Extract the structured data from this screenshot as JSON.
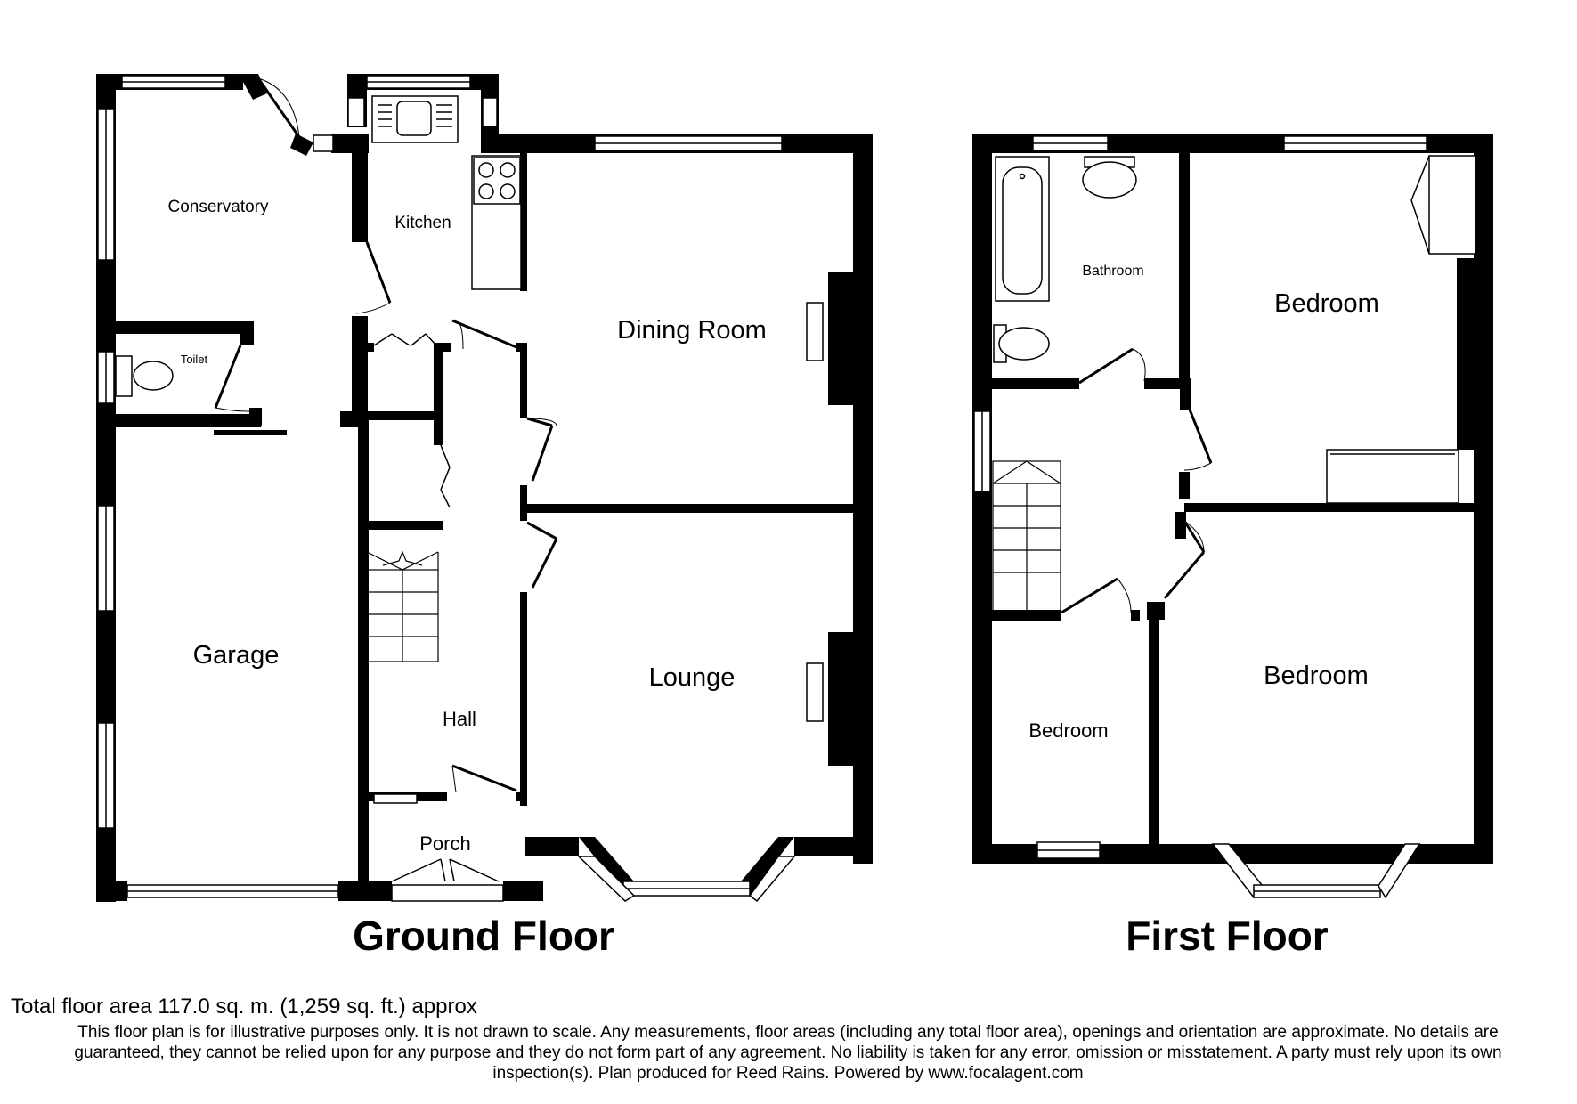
{
  "ground_floor": {
    "title": "Ground Floor",
    "rooms": {
      "conservatory": "Conservatory",
      "kitchen": "Kitchen",
      "toilet": "Toilet",
      "dining_room": "Dining Room",
      "garage": "Garage",
      "lounge": "Lounge",
      "hall": "Hall",
      "porch": "Porch"
    }
  },
  "first_floor": {
    "title": "First Floor",
    "rooms": {
      "bathroom": "Bathroom",
      "bedroom_rear": "Bedroom",
      "bedroom_front": "Bedroom",
      "bedroom_small": "Bedroom"
    }
  },
  "footer": {
    "total_area": "Total floor area 117.0 sq. m. (1,259 sq. ft.) approx",
    "disclaimer": "This floor plan is for illustrative purposes only. It is not drawn to scale. Any measurements, floor areas (including any total floor area), openings and orientation are approximate. No details are guaranteed, they cannot be relied upon for any purpose and they do not form part of any agreement. No liability is taken for any error, omission or misstatement. A party must rely upon its own inspection(s). Plan produced for Reed Rains. Powered by www.focalagent.com"
  }
}
